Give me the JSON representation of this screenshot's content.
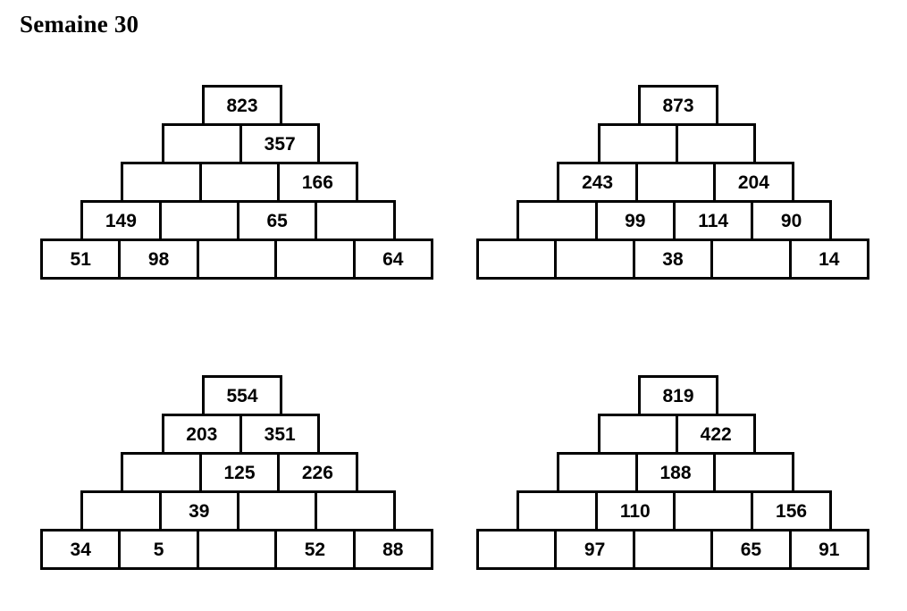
{
  "page": {
    "title": "Semaine 30",
    "footer_note": "",
    "ink_color": "#000000",
    "background_color": "#ffffff"
  },
  "chart_data": {
    "type": "table",
    "title": "Semaine 30",
    "description": "Four five-level addition pyramids (pyramides additives) with blank cells to complete.",
    "rows_per_pyramid": 5,
    "pyramids": [
      {
        "name": "pyramid-1",
        "rows": [
          [
            "823"
          ],
          [
            "",
            "357"
          ],
          [
            "",
            "",
            "166"
          ],
          [
            "149",
            "",
            "65",
            ""
          ],
          [
            "51",
            "98",
            "",
            "",
            "64"
          ]
        ]
      },
      {
        "name": "pyramid-2",
        "rows": [
          [
            "873"
          ],
          [
            "",
            ""
          ],
          [
            "243",
            "",
            "204"
          ],
          [
            "",
            "99",
            "114",
            "90"
          ],
          [
            "",
            "",
            "38",
            "",
            "14"
          ]
        ]
      },
      {
        "name": "pyramid-3",
        "rows": [
          [
            "554"
          ],
          [
            "203",
            "351"
          ],
          [
            "",
            "125",
            "226"
          ],
          [
            "",
            "39",
            "",
            ""
          ],
          [
            "34",
            "5",
            "",
            "52",
            "88"
          ]
        ]
      },
      {
        "name": "pyramid-4",
        "rows": [
          [
            "819"
          ],
          [
            "",
            "422"
          ],
          [
            "",
            "188",
            ""
          ],
          [
            "",
            "110",
            "",
            "156"
          ],
          [
            "",
            "97",
            "",
            "65",
            "91"
          ]
        ]
      }
    ]
  }
}
